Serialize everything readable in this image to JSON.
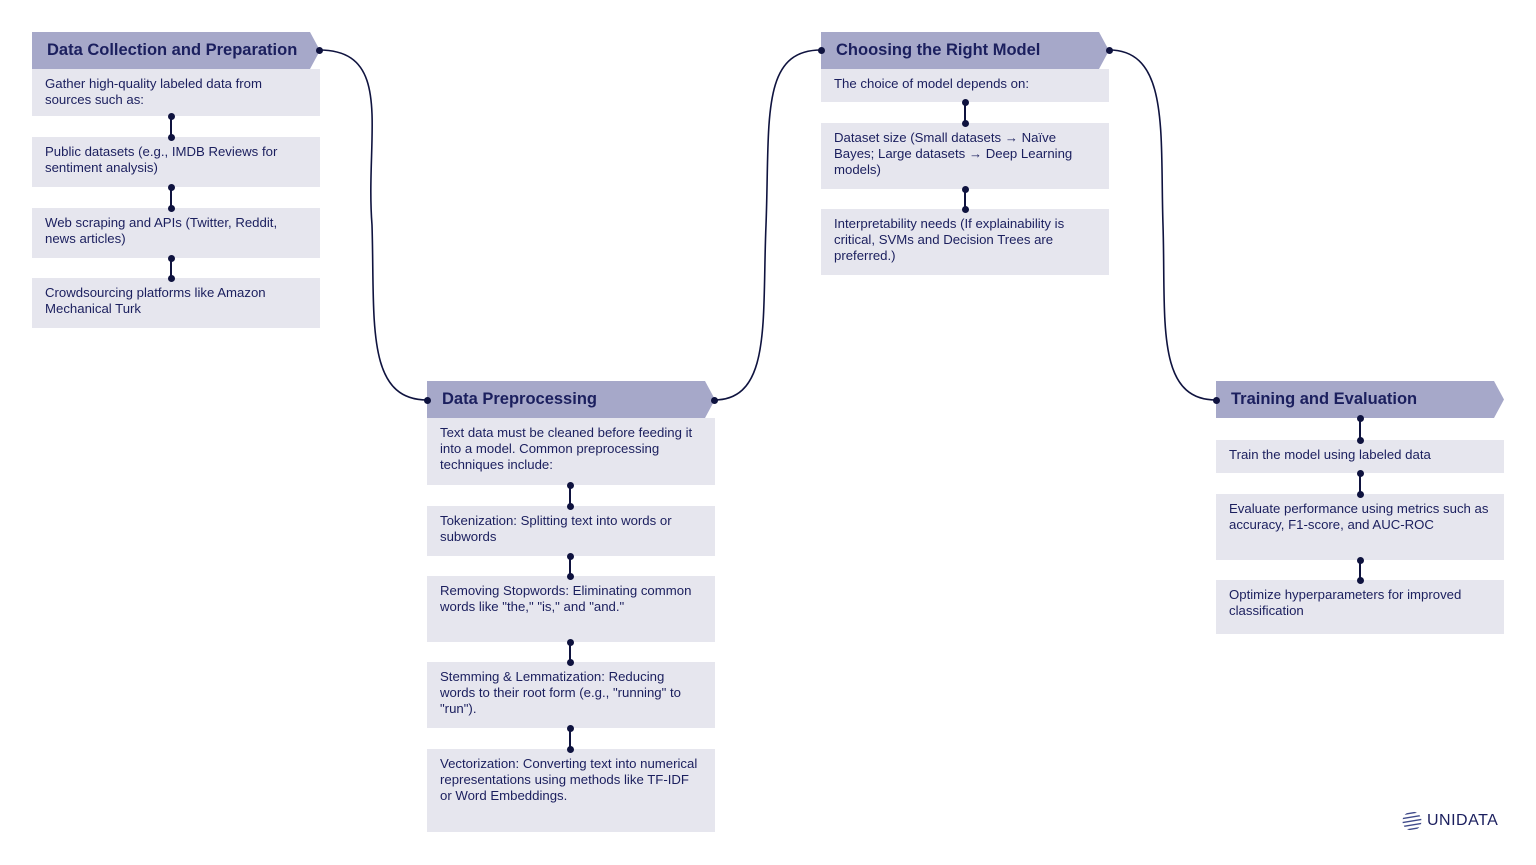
{
  "steps": [
    {
      "title": "Data Collection and Preparation",
      "items": [
        "Gather high-quality labeled data from sources such as:",
        "Public datasets (e.g., IMDB Reviews for sentiment analysis)",
        "Web scraping and APIs (Twitter, Reddit, news articles)",
        "Crowdsourcing platforms like Amazon Mechanical Turk"
      ]
    },
    {
      "title": "Data Preprocessing",
      "items": [
        "Text data must be cleaned before feeding it into a model. Common preprocessing techniques include:",
        "Tokenization: Splitting text into words or subwords",
        "Removing Stopwords: Eliminating common words like \"the,\" \"is,\" and \"and.\"",
        "Stemming & Lemmatization: Reducing words to their root form (e.g., \"running\" to \"run\").",
        "Vectorization: Converting text into numerical representations using methods like TF-IDF or Word Embeddings."
      ]
    },
    {
      "title": "Choosing the Right Model",
      "items": [
        "The choice of model depends on:",
        "Dataset size (Small datasets → Naïve Bayes; Large datasets → Deep Learning models)",
        "Interpretability needs (If explainability is critical, SVMs and Decision Trees are preferred.)"
      ]
    },
    {
      "title": "Training and Evaluation",
      "items": [
        "Train the model using labeled data",
        "Evaluate performance using metrics such as accuracy, F1-score, and AUC-ROC",
        "Optimize hyperparameters for improved classification"
      ]
    }
  ],
  "logo": {
    "text": "UNIDATA",
    "icon": "globe-stripes-icon"
  },
  "colors": {
    "header": "#a6a8c9",
    "box": "#e6e6ee",
    "text": "#1b1f5e",
    "connector": "#0f133f"
  }
}
